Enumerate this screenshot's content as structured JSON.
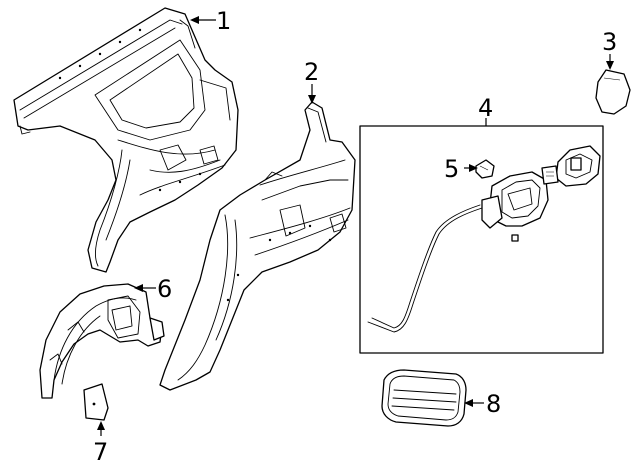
{
  "diagram": {
    "callouts": [
      {
        "id": "1",
        "label": "1"
      },
      {
        "id": "2",
        "label": "2"
      },
      {
        "id": "3",
        "label": "3"
      },
      {
        "id": "4",
        "label": "4"
      },
      {
        "id": "5",
        "label": "5"
      },
      {
        "id": "6",
        "label": "6"
      },
      {
        "id": "7",
        "label": "7"
      },
      {
        "id": "8",
        "label": "8"
      }
    ],
    "colors": {
      "line": "#000000",
      "background": "#ffffff"
    }
  }
}
